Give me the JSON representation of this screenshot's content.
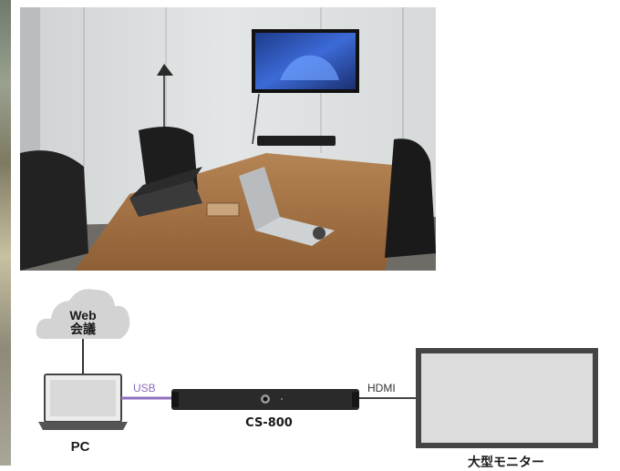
{
  "cloud": {
    "line1": "Web",
    "line2": "会議"
  },
  "pc": {
    "label": "PC"
  },
  "device": {
    "label": "CS-800"
  },
  "monitor": {
    "label": "大型モニター"
  },
  "connections": {
    "usb": "USB",
    "hdmi": "HDMI"
  },
  "colors": {
    "usb_line": "#8f71c2",
    "hdmi_line": "#444444",
    "cloud": "#d3d3d3",
    "device": "#2a2a2a"
  }
}
